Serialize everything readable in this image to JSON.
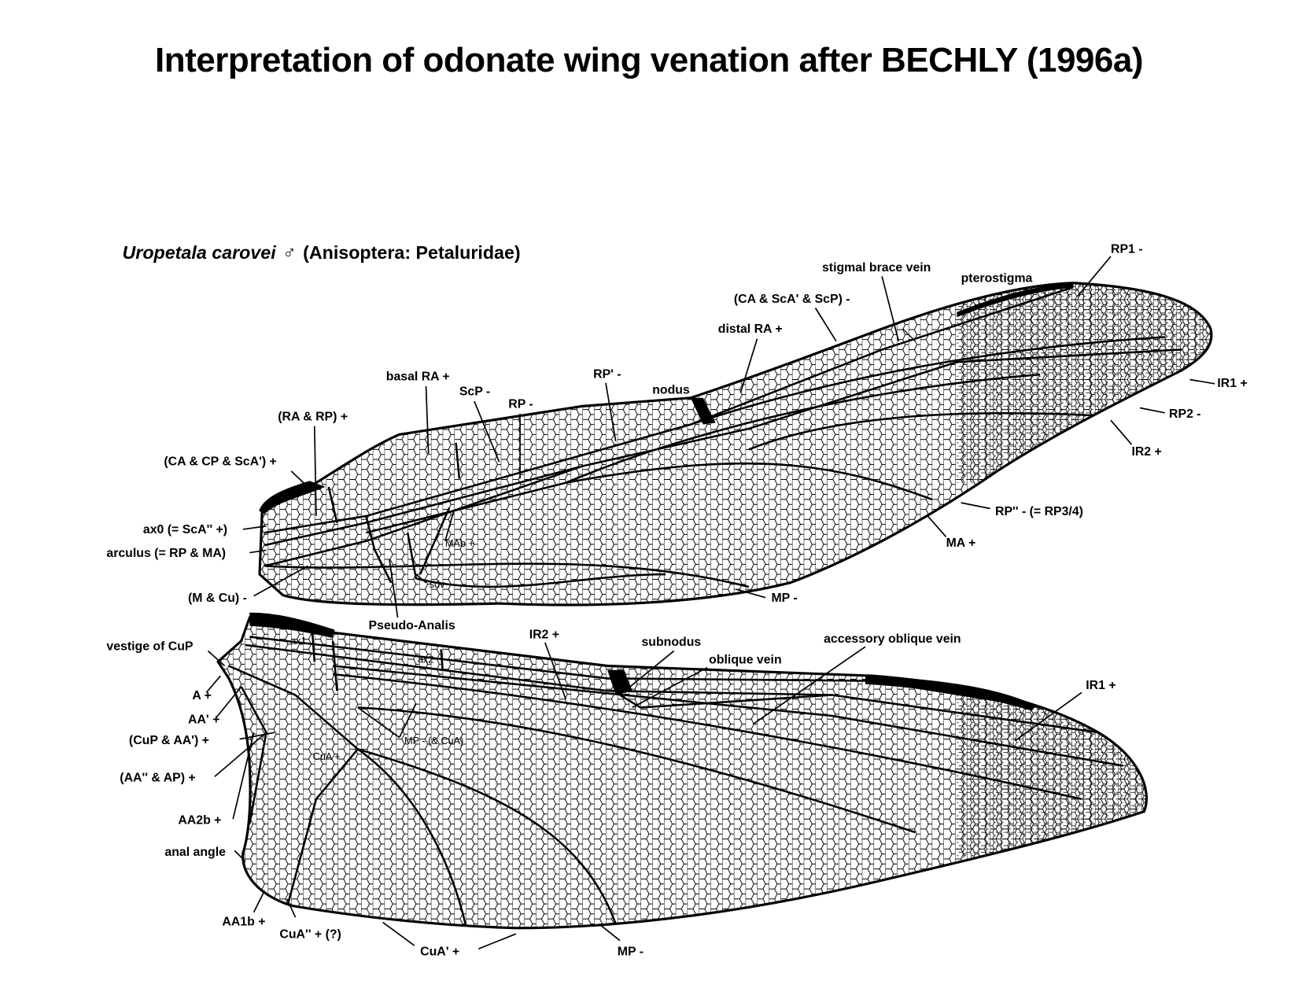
{
  "title": "Interpretation of odonate wing venation after BECHLY (1996a)",
  "species": {
    "name": "Uropetala carovei",
    "sex_symbol": "♂",
    "taxon": "(Anisoptera: Petaluridae)"
  },
  "forewing_labels": [
    "RP1 -",
    "stigmal brace vein",
    "pterostigma",
    "(CA & ScA' & ScP) -",
    "distal RA +",
    "nodus",
    "RP' -",
    "basal RA +",
    "ScP -",
    "RP -",
    "(RA & RP) +",
    "(CA & CP & ScA') +",
    "ax0 (= ScA'' +)",
    "arculus (= RP & MA)",
    "(M & Cu) -",
    "MAb +",
    "sdv",
    "Pseudo-Analis",
    "MP -",
    "MA +",
    "RP'' - (= RP3/4)",
    "IR2 +",
    "RP2 -",
    "IR1 +"
  ],
  "hindwing_labels": [
    "vestige of CuP",
    "ax1",
    "ax2",
    "IR2 +",
    "subnodus",
    "oblique vein",
    "accessory oblique vein",
    "IR1 +",
    "A +",
    "AA' +",
    "(CuP & AA') +",
    "MP - (& CuA)",
    "CuA +",
    "(AA'' & AP) +",
    "AA2b +",
    "anal angle",
    "AA1b +",
    "CuA'' + (?)",
    "CuA' +",
    "MP -"
  ]
}
